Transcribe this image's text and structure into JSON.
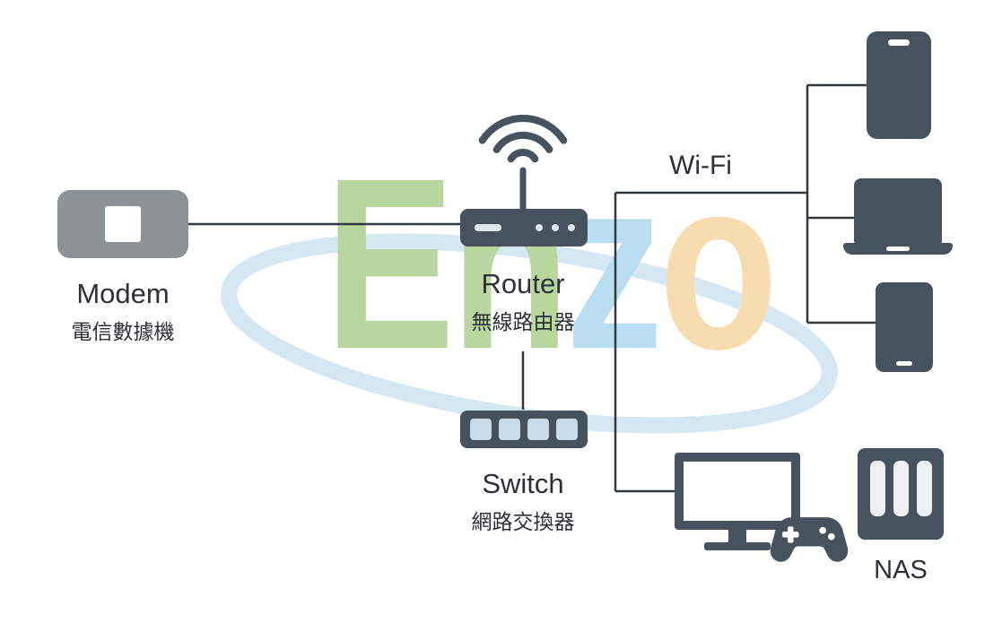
{
  "watermark": {
    "text": "Enzo",
    "letters": [
      {
        "char": "E",
        "color": "#b7d79e"
      },
      {
        "char": "n",
        "color": "#b7d79e"
      },
      {
        "char": "z",
        "color": "#b9ddf1"
      },
      {
        "char": "o",
        "color": "#f6dcae"
      }
    ],
    "swoosh_color": "#cfe3f2"
  },
  "nodes": {
    "modem": {
      "label": "Modem",
      "sublabel": "電信數據機"
    },
    "router": {
      "label": "Router",
      "sublabel": "無線路由器"
    },
    "switch": {
      "label": "Switch",
      "sublabel": "網路交換器"
    },
    "nas": {
      "label": "NAS"
    }
  },
  "wifi_label": "Wi-Fi",
  "icons": [
    "modem",
    "router",
    "wifi-signal",
    "switch",
    "smartphone",
    "laptop",
    "tablet",
    "desktop-monitor",
    "game-controller",
    "nas"
  ],
  "colors": {
    "device_dark": "#46525d",
    "modem_gray": "#8d9297",
    "line": "#33383d",
    "text": "#2d3135",
    "port_light": "#c9dbe8",
    "slot_light": "#edf1f5"
  }
}
